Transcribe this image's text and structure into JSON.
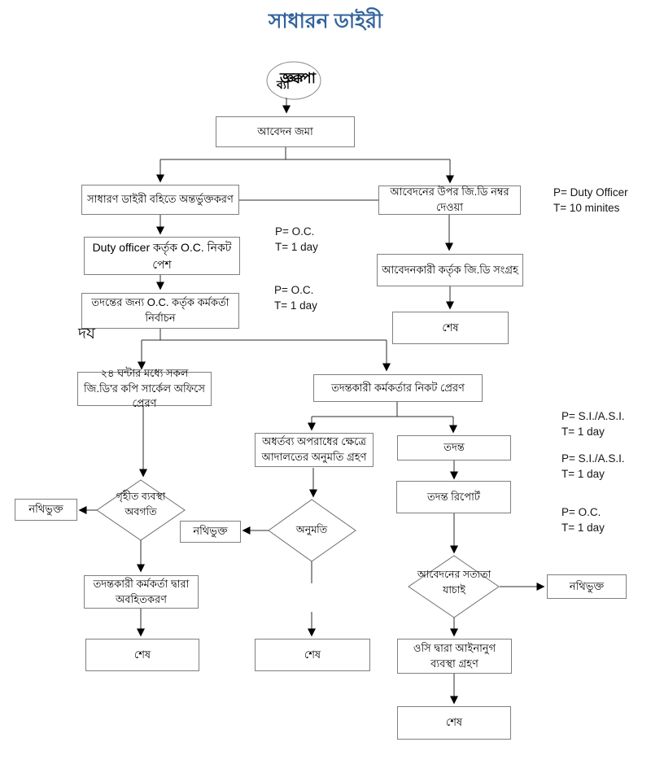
{
  "title": "সাধারন ডাইরী",
  "start_circle": {
    "text_a": "জ্ঞক্কপা",
    "text_b": "ব্যা"
  },
  "nodes": {
    "submit": "আবেদন জমা",
    "gd_entry": "সাধারণ ডাইরী বহিতে অন্তর্ভুক্তকরণ",
    "gd_number": "আবেদনের উপর জি.ডি নম্বর দেওয়া",
    "duty_officer": "Duty officer কর্তৃক O.C. নিকট পেশ",
    "officer_select": "তদন্তের জন্য O.C. কর্তৃক কর্মকর্তা নির্বাচন",
    "collect_gd": "আবেদনকারী কর্তৃক জি.ডি সংগ্রহ",
    "copy_circle_office": "২৪ ঘন্টার মধ্যে সকল জি.ডি'র কপি সার্কেল অফিসে প্রেরণ",
    "send_io": "তদন্তকারী কর্মকর্তার নিকট প্রেরণ",
    "court_permission": "অধর্তব্য অপরাধের ক্ষেত্রে আদালতের অনুমতি গ্রহণ",
    "investigation": "তদন্ত",
    "investigation_report": "তদন্ত রিপোর্ট",
    "diamond_action_info": "গৃহীত ব্যবস্থা অবগতি",
    "diamond_permission": "অনুমতি",
    "diamond_verify": "আবেদনের সত্যতা যাচাই",
    "recorded_left": "নথিভুক্ত",
    "recorded_mid": "নথিভুক্ত",
    "recorded_right": "নথিভুক্ত",
    "inform_io": "তদন্তকারী কর্মকর্তা দ্বারা অবহিতকরণ",
    "legal_action": "ওসি দ্বারা আইনানুগ ব্যবস্থা গ্রহণ",
    "end_right": "শেষ",
    "end_left": "শেষ",
    "end_mid": "শেষ",
    "end_bottom": "শেষ",
    "stray": "দয"
  },
  "notes": [
    {
      "line1": "P= Duty Officer",
      "line2": "T= 10 minites"
    },
    {
      "line1": "P= O.C.",
      "line2": "T= 1 day"
    },
    {
      "line1": "P= O.C.",
      "line2": "T= 1 day"
    },
    {
      "line1": "P= S.I./A.S.I.",
      "line2": "T= 1 day"
    },
    {
      "line1": "P= S.I./A.S.I.",
      "line2": "T= 1 day"
    },
    {
      "line1": "P= O.C.",
      "line2": "T= 1 day"
    }
  ],
  "colors": {
    "title": "#31639c",
    "box_border": "#7f7f7f",
    "connector": "#2b2b2b",
    "arrowhead": "#000000"
  }
}
